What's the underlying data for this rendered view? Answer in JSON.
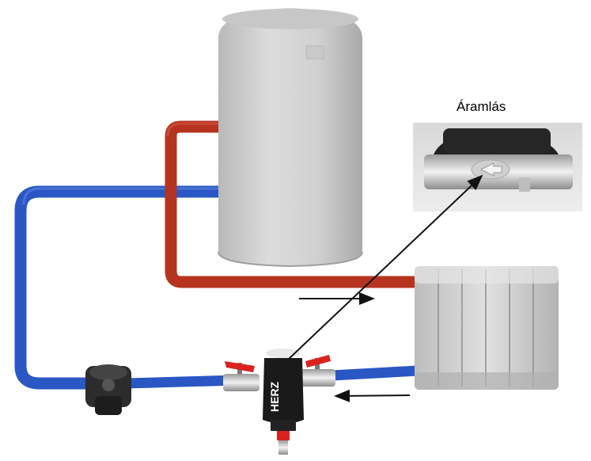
{
  "diagram": {
    "flow_label": "Áramlás",
    "brand_text": "HERZ",
    "colors": {
      "background": "#ffffff",
      "hot_pipe": "#b5331f",
      "cold_pipe": "#2a57c4",
      "tank": "#d2d2d2",
      "radiator": "#c9c9c9",
      "valve_handle": "#d8231f",
      "separator_body": "#1a1a1a",
      "pointer_line": "#111111"
    },
    "arrows": [
      {
        "name": "supply-flow-arrow",
        "direction": "right"
      },
      {
        "name": "return-flow-arrow",
        "direction": "left"
      }
    ]
  }
}
